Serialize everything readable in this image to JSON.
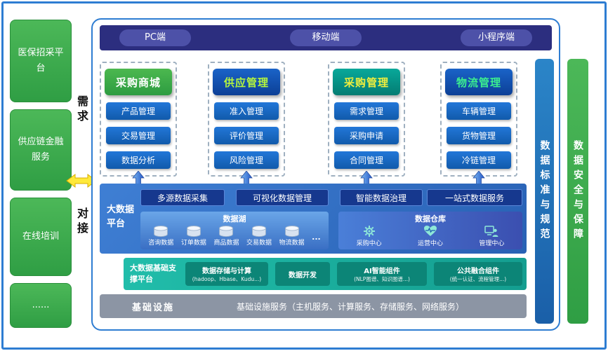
{
  "left_panel": {
    "items": [
      "医保招采平台",
      "供应链金融服务",
      "在线培训",
      "......"
    ]
  },
  "connector": {
    "top": "需求",
    "bottom": "对接"
  },
  "clients": {
    "items": [
      "PC端",
      "移动端",
      "小程序端"
    ]
  },
  "app_columns": [
    {
      "title": "采购商城",
      "items": [
        "产品管理",
        "交易管理",
        "数据分析"
      ]
    },
    {
      "title": "供应管理",
      "items": [
        "准入管理",
        "评价管理",
        "风险管理"
      ]
    },
    {
      "title": "采购管理",
      "items": [
        "需求管理",
        "采购申请",
        "合同管理"
      ]
    },
    {
      "title": "物流管理",
      "items": [
        "车辆管理",
        "货物管理",
        "冷链管理"
      ]
    }
  ],
  "bigdata": {
    "title": "大数据平台",
    "services": [
      "多源数据采集",
      "可视化数据管理",
      "智能数据治理",
      "一站式数据服务"
    ],
    "data_lake": {
      "title": "数据湖",
      "items": [
        "咨询数据",
        "订单数据",
        "商品数据",
        "交易数据",
        "物流数据"
      ],
      "more": "..."
    },
    "warehouse": {
      "title": "数据仓库",
      "items": [
        "采购中心",
        "运营中心",
        "管理中心"
      ]
    }
  },
  "support_platform": {
    "title": "大数据基础支撑平台",
    "items": [
      {
        "title": "数据存储与计算",
        "subtitle": "(hadoop、Hbase、Kudu...)"
      },
      {
        "title": "数据开发",
        "subtitle": ""
      },
      {
        "title": "AI智能组件",
        "subtitle": "(NLP图谱、知识图谱...)"
      },
      {
        "title": "公共融合组件",
        "subtitle": "(统一认证、流程管理...)"
      }
    ]
  },
  "infrastructure": {
    "label": "基础设施",
    "content": "基础设施服务（主机服务、计算服务、存储服务、网络服务）"
  },
  "right_bars": [
    {
      "label": "数据标准与规范"
    },
    {
      "label": "数据安全与保障"
    }
  ],
  "colors": {
    "frame_border": "#2e7dd2",
    "left_green": "#3fae4d",
    "client_bar": "#2c2e7f",
    "header_green": "#35a843",
    "header_blue": "#1356b0",
    "header_teal": "#00958a",
    "button_blue": "#1668c4",
    "bigdata_bg": "#2f6fc6",
    "service_button": "#16388e",
    "support_bg": "#1cb2a2",
    "support_button": "#0c8577",
    "infra_bg": "#8c95a4",
    "bar_blue": "#2173b8",
    "bar_green": "#3fae4d",
    "arrow_yellow": "#ffe93a",
    "arrow_blue": "#2456c8"
  }
}
